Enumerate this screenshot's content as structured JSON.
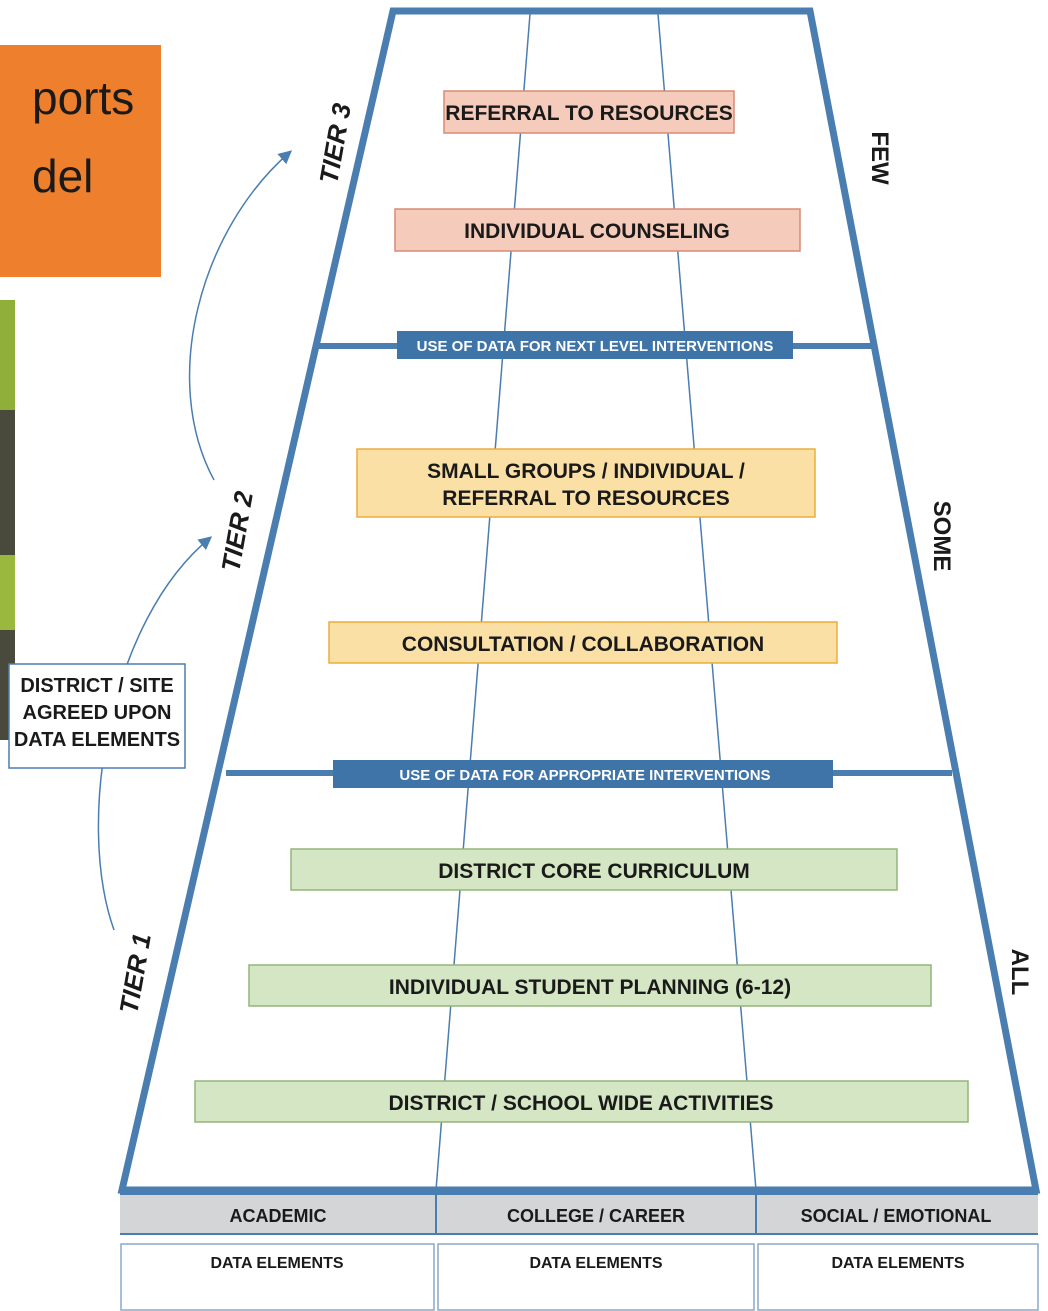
{
  "title_fragment": {
    "line1": "ports",
    "line2": "del",
    "color": "#ee7f2d"
  },
  "colors": {
    "frame": "#4a7db0",
    "tier3_box": "#f5ccbb",
    "tier3_border": "#d98a75",
    "tier2_box": "#fbe0a6",
    "tier2_border": "#ebad3c",
    "tier1_box": "#d4e6c3",
    "tier1_border": "#93b57a",
    "header_fill": "#d4d5d7",
    "banner": "#3f74a8"
  },
  "tiers": {
    "tier3": "TIER 3",
    "tier2": "TIER 2",
    "tier1": "TIER 1"
  },
  "side_labels": {
    "few": "FEW",
    "some": "SOME",
    "all": "ALL"
  },
  "tier3_items": [
    "REFERRAL TO RESOURCES",
    "INDIVIDUAL COUNSELING"
  ],
  "tier2_items": {
    "small_groups_line1": "SMALL GROUPS / INDIVIDUAL /",
    "small_groups_line2": "REFERRAL TO RESOURCES",
    "consultation": "CONSULTATION / COLLABORATION"
  },
  "tier1_items": [
    "DISTRICT CORE CURRICULUM",
    "INDIVIDUAL STUDENT PLANNING (6-12)",
    "DISTRICT / SCHOOL WIDE ACTIVITIES"
  ],
  "banners": {
    "next_level": "USE OF DATA FOR NEXT LEVEL INTERVENTIONS",
    "appropriate": "USE OF DATA FOR APPROPRIATE INTERVENTIONS"
  },
  "district_box": [
    "DISTRICT / SITE",
    "AGREED UPON",
    "DATA ELEMENTS"
  ],
  "domains": [
    "ACADEMIC",
    "COLLEGE / CAREER",
    "SOCIAL / EMOTIONAL"
  ],
  "data_elements": [
    "DATA ELEMENTS",
    "DATA ELEMENTS",
    "DATA ELEMENTS"
  ]
}
